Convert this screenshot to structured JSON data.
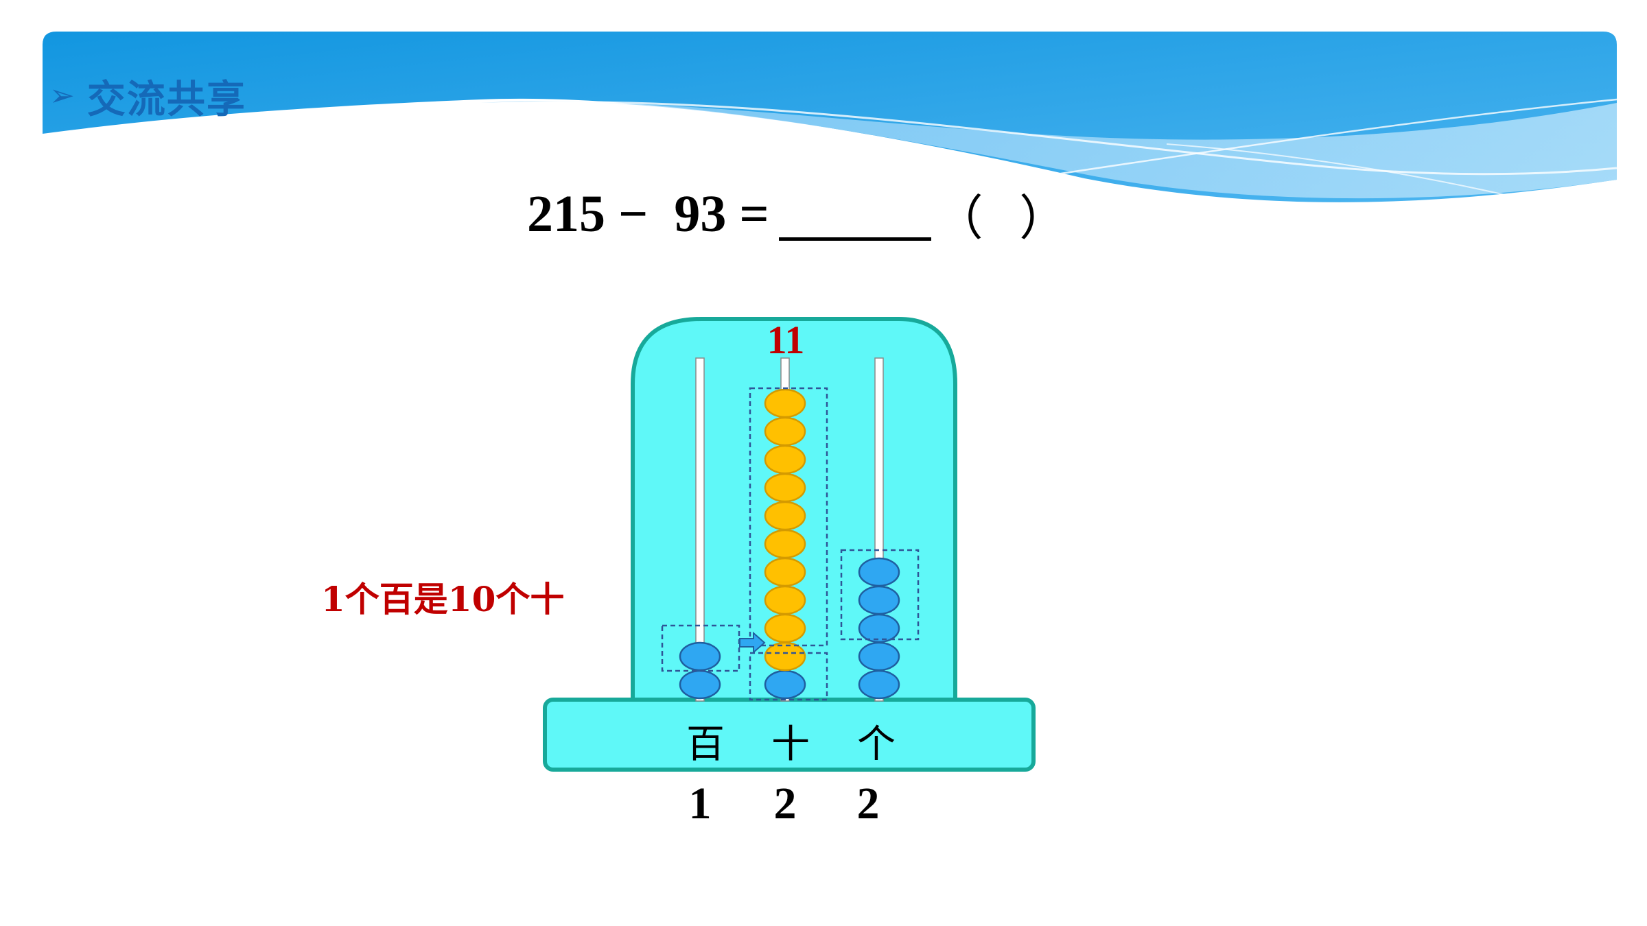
{
  "header": {
    "arrow_icon": "triangle-bullet-icon",
    "title": "交流共享"
  },
  "equation": {
    "left": "215",
    "operator": "−",
    "right": "93",
    "equals": "=",
    "open_paren": "（",
    "close_paren": "）"
  },
  "abacus": {
    "count_label": "11",
    "note": "1个百是10个十",
    "places": [
      {
        "label": "百",
        "digit": "1",
        "blue_beads": 2,
        "yellow_beads": 0
      },
      {
        "label": "十",
        "digit": "2",
        "blue_beads": 1,
        "yellow_beads": 10
      },
      {
        "label": "个",
        "digit": "2",
        "blue_beads": 5,
        "yellow_beads": 0
      }
    ],
    "colors": {
      "frame": "#5ff8f8",
      "frame_border": "#17a99a",
      "blue_bead": "#2fa7f2",
      "yellow_bead": "#ffc000",
      "note": "#c00000"
    }
  }
}
